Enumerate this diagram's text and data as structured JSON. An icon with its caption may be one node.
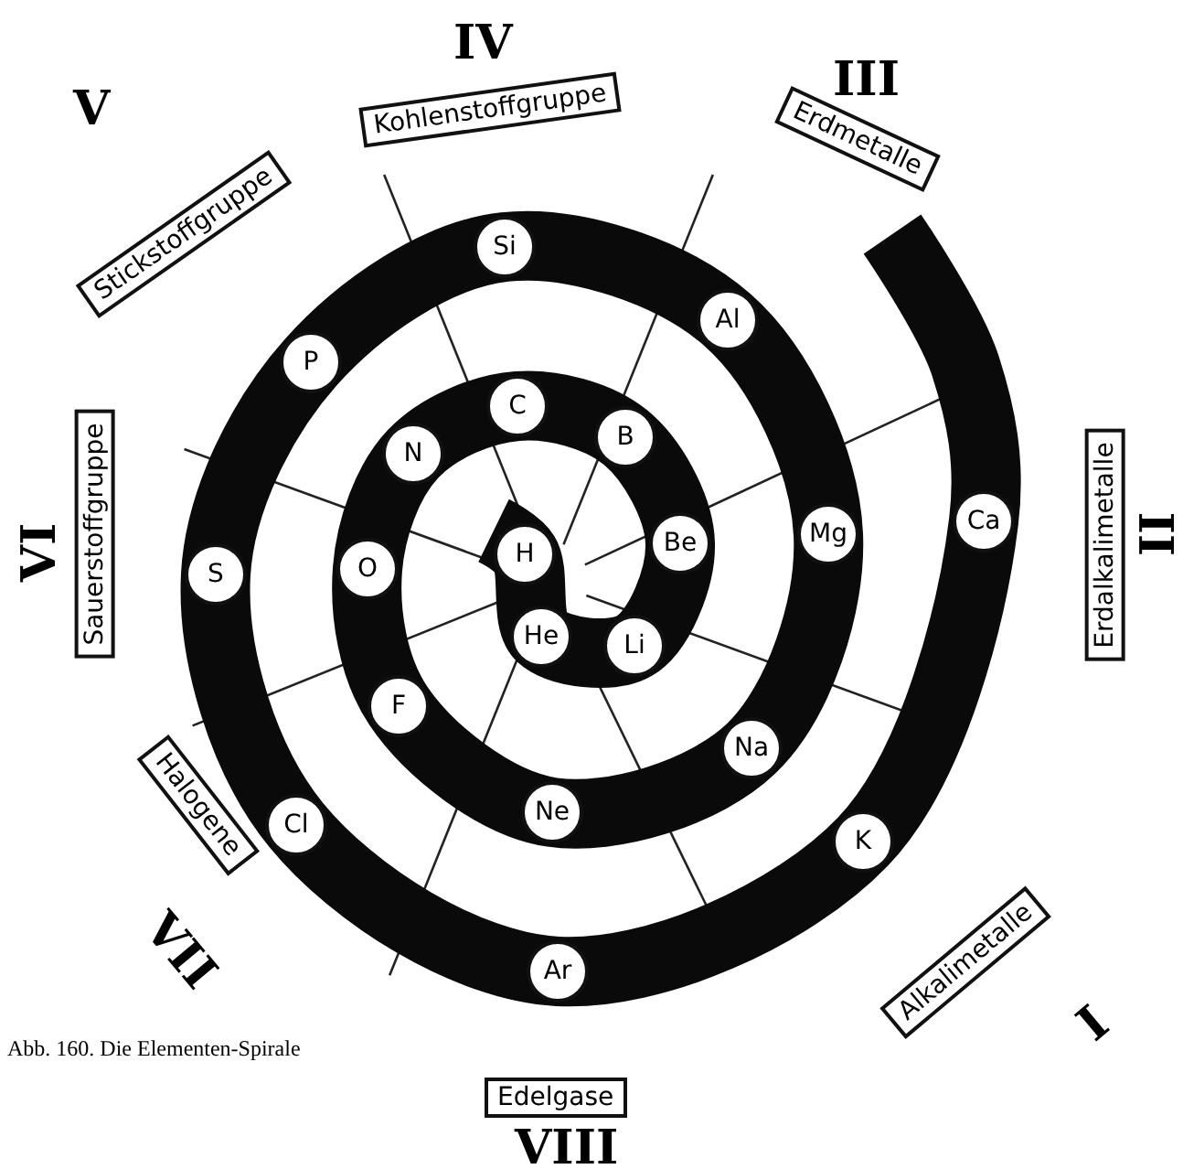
{
  "diagram": {
    "caption": "Abb. 160. Die Elementen-Spirale",
    "nodes": [
      {
        "text": [
          "Kohlenstoffgruppe"
        ],
        "beside": [
          "IV"
        ]
      },
      {
        "text": [
          "Erdmetalle"
        ],
        "beside": [
          "III"
        ]
      },
      {
        "text": [
          "Stickstoffgruppe"
        ],
        "beside": [
          "V"
        ]
      },
      {
        "text": [
          "Sauerstoffgruppe"
        ],
        "beside": [
          "VI"
        ]
      },
      {
        "text": [
          "Erdalkalimetalle"
        ],
        "beside": [
          "II"
        ]
      },
      {
        "text": [
          "Halogene"
        ],
        "beside": [
          "VII"
        ]
      },
      {
        "text": [
          "Alkalimetalle"
        ],
        "beside": [
          "I"
        ]
      },
      {
        "text": [
          "Edelgase"
        ],
        "beside": [
          "VIII"
        ]
      },
      {
        "text": [
          "H"
        ]
      },
      {
        "text": [
          "He"
        ]
      },
      {
        "text": [
          "Li"
        ]
      },
      {
        "text": [
          "Be"
        ]
      },
      {
        "text": [
          "B"
        ]
      },
      {
        "text": [
          "C"
        ]
      },
      {
        "text": [
          "N"
        ]
      },
      {
        "text": [
          "O"
        ]
      },
      {
        "text": [
          "F"
        ]
      },
      {
        "text": [
          "Ne"
        ]
      },
      {
        "text": [
          "Na"
        ]
      },
      {
        "text": [
          "Mg"
        ]
      },
      {
        "text": [
          "Al"
        ]
      },
      {
        "text": [
          "Si"
        ]
      },
      {
        "text": [
          "P"
        ]
      },
      {
        "text": [
          "S"
        ]
      },
      {
        "text": [
          "Cl"
        ]
      },
      {
        "text": [
          "Ar"
        ]
      },
      {
        "text": [
          "K"
        ]
      },
      {
        "text": [
          "Ca"
        ]
      }
    ]
  }
}
